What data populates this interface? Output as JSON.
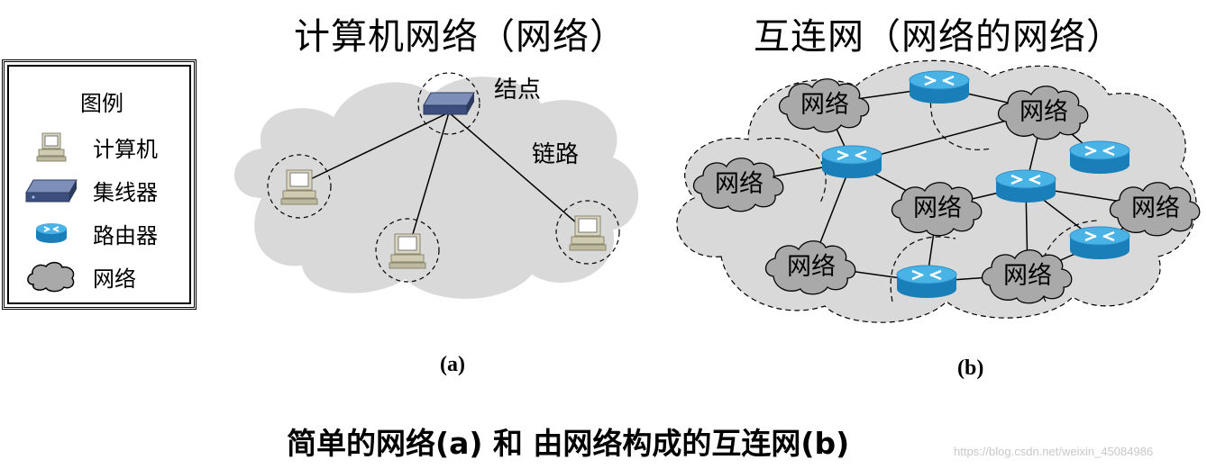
{
  "titles": {
    "left": "计算机网络（网络）",
    "right": "互连网（网络的网络）"
  },
  "legend": {
    "title": "图例",
    "items": [
      {
        "label": "计算机",
        "icon": "computer-icon"
      },
      {
        "label": "集线器",
        "icon": "hub-icon"
      },
      {
        "label": "路由器",
        "icon": "router-icon"
      },
      {
        "label": "网络",
        "icon": "network-cloud-icon"
      }
    ]
  },
  "diagram_a": {
    "node_label": "结点",
    "link_label": "链路",
    "caption": "(a)"
  },
  "diagram_b": {
    "network_label": "网络",
    "caption": "(b)"
  },
  "bottom_caption": "简单的网络(a) 和 由网络构成的互连网(b)",
  "watermark": "https://blog.csdn.net/weixin_45084986",
  "colors": {
    "cloud_fill": "#d9d9d9",
    "network_cloud_fill": "#a9a9a9",
    "router_top": "#4ab3e6",
    "router_side": "#1a7fb8",
    "hub": "#3c4e7c"
  }
}
